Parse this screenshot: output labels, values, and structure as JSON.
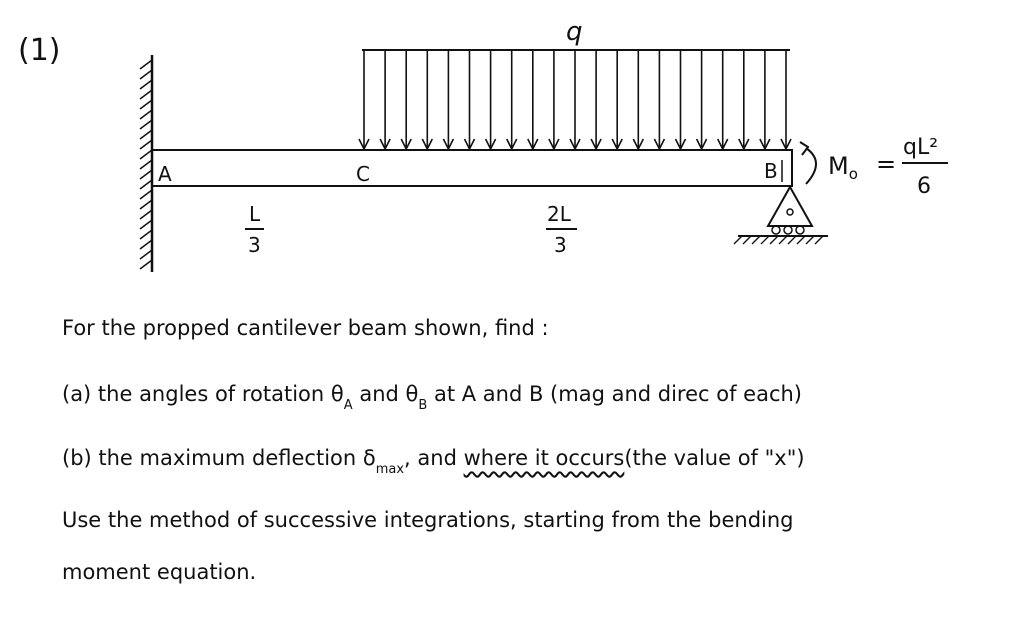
{
  "figure": {
    "problem_number": "(1)",
    "load_label": "q",
    "point_a": "A",
    "point_c": "C",
    "point_b": "B",
    "moment_label": "M",
    "moment_subscript": "o",
    "moment_equals": "=",
    "moment_numerator": "qL²",
    "moment_denominator": "6",
    "span_ac_num": "L",
    "span_ac_den": "3",
    "span_cb_num": "2L",
    "span_cb_den": "3"
  },
  "problem": {
    "line1": "For the propped cantilever beam shown, find :",
    "line2_a": "(a) the angles of rotation θ",
    "line2_sub_a": "A",
    "line2_and": " and θ",
    "line2_sub_b": "B",
    "line2_rest": " at A and B (mag and direc of each)",
    "line3_a": "(b) the maximum deflection δ",
    "line3_sub": "max",
    "line3_b": ", and ",
    "line3_underlined": "where it occurs",
    "line3_c": "(the value of \"x\")",
    "line4": "Use the method of successive integrations, starting from the bending",
    "line5": "moment equation."
  }
}
